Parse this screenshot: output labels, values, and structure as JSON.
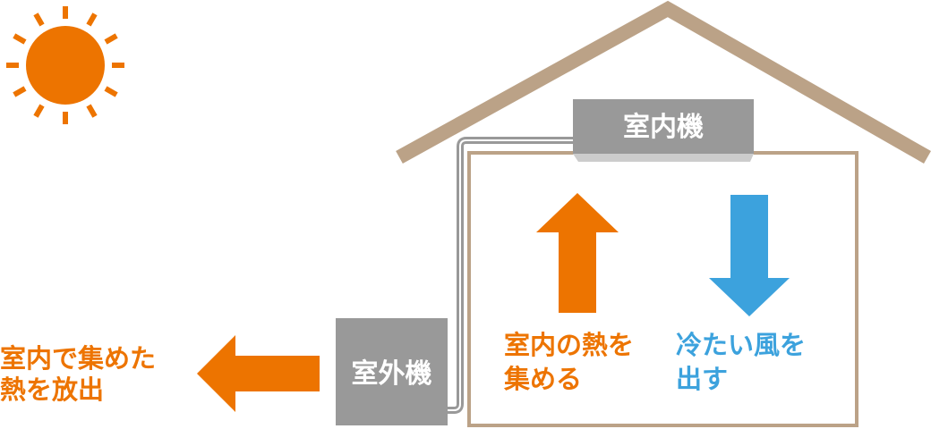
{
  "colors": {
    "orange": "#ED7400",
    "blue": "#3CA2DD",
    "gray": "#999999",
    "gray_light": "#CCCCCC",
    "house": "#BBA287",
    "white": "#FFFFFF"
  },
  "units": {
    "indoor": "室内機",
    "outdoor": "室外機"
  },
  "labels": {
    "release_heat": {
      "line1": "室内で集めた",
      "line2": "熱を放出"
    },
    "collect_heat": {
      "line1": "室内の熱を",
      "line2": "集める"
    },
    "cool_air": {
      "line1": "冷たい風を",
      "line2": "出す"
    }
  },
  "icons": {
    "sun": "sun-icon"
  }
}
